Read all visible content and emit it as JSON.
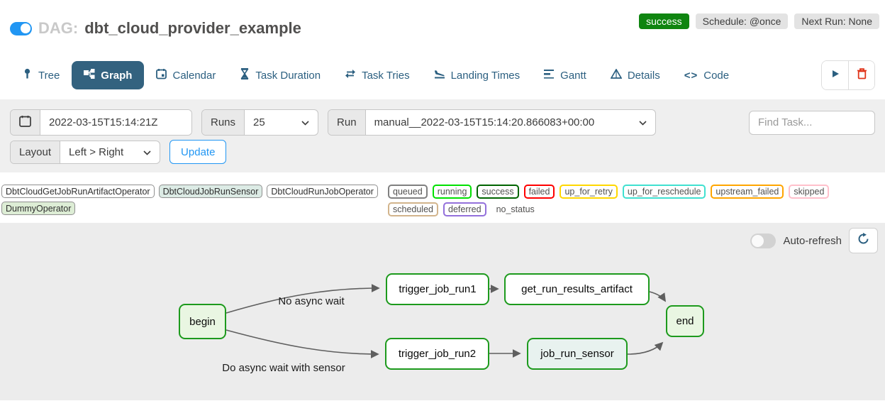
{
  "header": {
    "dag_prefix": "DAG:",
    "dag_title": "dbt_cloud_provider_example",
    "status_badge": "success",
    "schedule_badge": "Schedule: @once",
    "next_run_badge": "Next Run: None",
    "toggle_state": "on",
    "status_color": "#0f8510"
  },
  "tabs": [
    {
      "label": "Tree",
      "icon": "tree-icon",
      "active": false
    },
    {
      "label": "Graph",
      "icon": "graph-icon",
      "active": true
    },
    {
      "label": "Calendar",
      "icon": "calendar-icon",
      "active": false
    },
    {
      "label": "Task Duration",
      "icon": "hourglass-icon",
      "active": false
    },
    {
      "label": "Task Tries",
      "icon": "repeat-icon",
      "active": false
    },
    {
      "label": "Landing Times",
      "icon": "plane-landing-icon",
      "active": false
    },
    {
      "label": "Gantt",
      "icon": "gantt-icon",
      "active": false
    },
    {
      "label": "Details",
      "icon": "triangle-icon",
      "active": false
    },
    {
      "label": "Code",
      "icon": "code-icon",
      "active": false
    }
  ],
  "tab_actions": {
    "trigger_icon": "play-icon",
    "delete_icon": "trash-icon"
  },
  "filters": {
    "calendar_icon": "calendar-icon",
    "execution_date": "2022-03-15T15:14:21Z",
    "runs_label": "Runs",
    "runs_value": "25",
    "run_label": "Run",
    "run_value": "manual__2022-03-15T15:14:20.866083+00:00",
    "find_task_placeholder": "Find Task...",
    "layout_label": "Layout",
    "layout_value": "Left > Right",
    "update_button": "Update"
  },
  "legend": {
    "operators": [
      {
        "label": "DbtCloudGetJobRunArtifactOperator",
        "bg": "#ffffff"
      },
      {
        "label": "DbtCloudJobRunSensor",
        "bg": "#dcebe5"
      },
      {
        "label": "DbtCloudRunJobOperator",
        "bg": "#ffffff"
      },
      {
        "label": "DummyOperator",
        "bg": "#ddedd5"
      }
    ],
    "statuses": [
      {
        "label": "queued",
        "border": "#808080"
      },
      {
        "label": "running",
        "border": "#00e000"
      },
      {
        "label": "success",
        "border": "#006400"
      },
      {
        "label": "failed",
        "border": "#f javelin"
      },
      {
        "label": "up_for_retry",
        "border": "#ffd700"
      },
      {
        "label": "up_for_reschedule",
        "border": "#40e0d0"
      },
      {
        "label": "upstream_failed",
        "border": "#ffa500"
      },
      {
        "label": "skipped",
        "border": "#ffc0cb"
      },
      {
        "label": "scheduled",
        "border": "#d2b48c"
      },
      {
        "label": "deferred",
        "border": "#9370db"
      },
      {
        "label": "no_status",
        "border": "transparent"
      }
    ]
  },
  "graph": {
    "auto_refresh_label": "Auto-refresh",
    "auto_refresh_state": "off",
    "refresh_icon": "refresh-icon",
    "node_border_color": "#1d9a1d",
    "nodes": [
      {
        "label": "begin",
        "fill": "#e9f6e2"
      },
      {
        "label": "trigger_job_run1",
        "fill": "#ffffff"
      },
      {
        "label": "get_run_results_artifact",
        "fill": "#ffffff"
      },
      {
        "label": "end",
        "fill": "#e9f6e2"
      },
      {
        "label": "trigger_job_run2",
        "fill": "#ffffff"
      },
      {
        "label": "job_run_sensor",
        "fill": "#e8f2ef"
      }
    ],
    "edge_labels": [
      "No async wait",
      "Do async wait with sensor"
    ]
  }
}
